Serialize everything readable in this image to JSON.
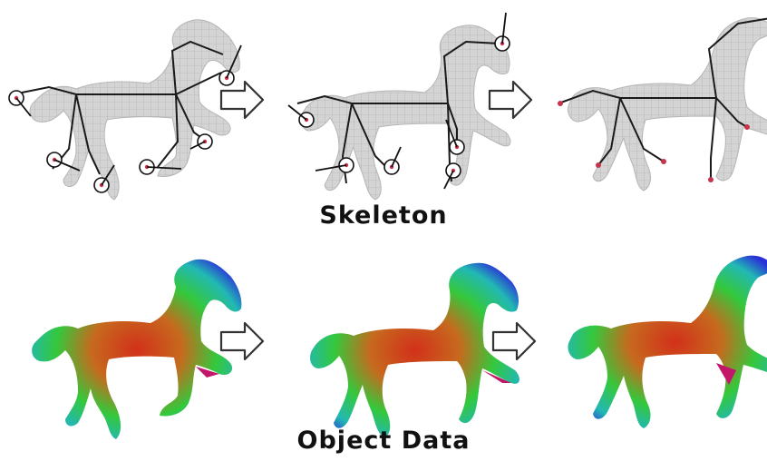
{
  "captions": {
    "skeleton": "Skeleton",
    "object_data": "Object Data"
  },
  "colors": {
    "mesh_fill": "#cfcfcf",
    "mesh_line": "#9a9a9a",
    "bone": "#1a1a1a",
    "handle": "#c8324a",
    "gradient_core": "#d23a1c",
    "gradient_mid": "#31c83a",
    "gradient_tip": "#2636d8",
    "hoof": "#c2166a",
    "arrow_fill": "#ffffff",
    "arrow_stroke": "#333333"
  },
  "icons": {
    "transition_arrow": "right-arrow-icon",
    "control_handle": "circle-handle-icon"
  },
  "rows": [
    {
      "name": "skeleton",
      "frames": 3
    },
    {
      "name": "object-data",
      "frames": 3
    }
  ]
}
